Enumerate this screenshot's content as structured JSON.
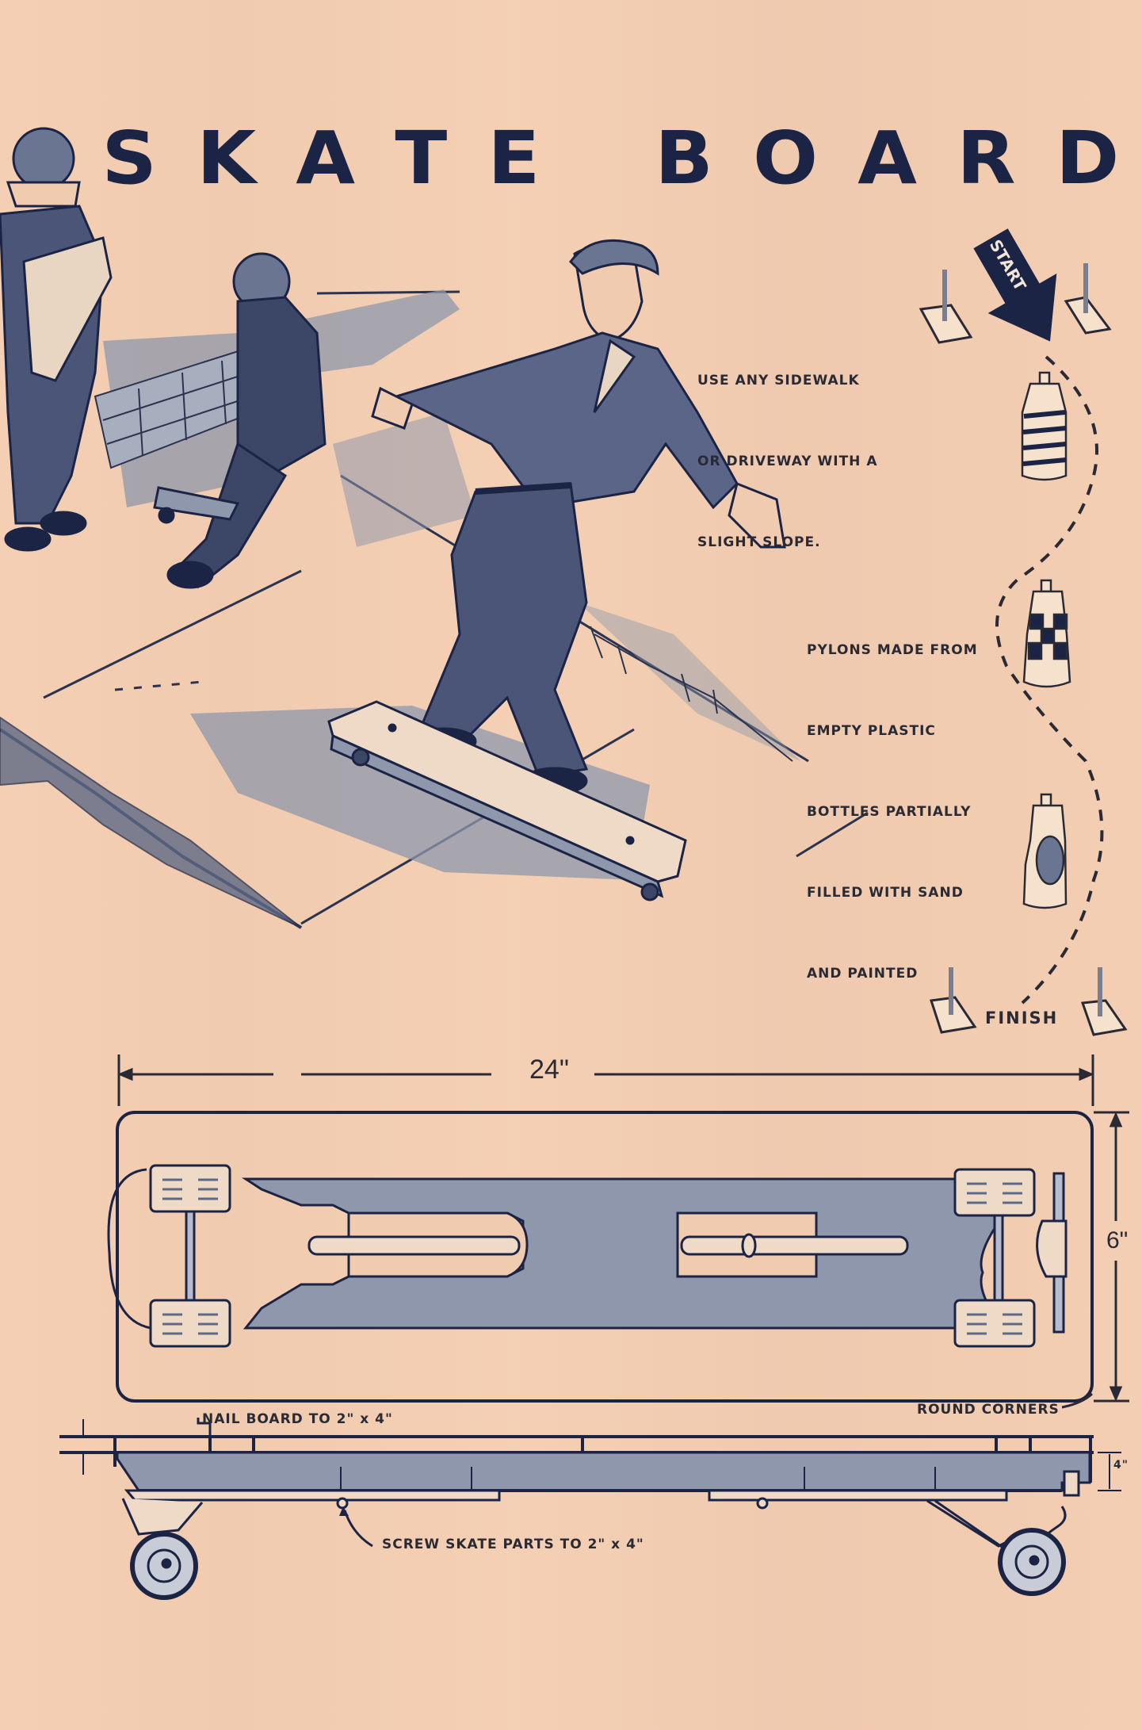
{
  "page": {
    "background_color": "#f1cbb0",
    "ink_color": "#1f2747",
    "wash_color": "#8e97ab"
  },
  "header": {
    "title_letters": [
      "S",
      "K",
      "A",
      "T",
      "E",
      " ",
      "B",
      "O",
      "A",
      "R",
      "D"
    ],
    "title": "SKATE BOARD"
  },
  "illustration": {
    "scene": "boys-skateboarding-on-sloped-sidewalk",
    "figures": [
      "boy-holding-skateboard",
      "boy-sitting-on-skateboard",
      "boy-riding-skateboard"
    ]
  },
  "captions": {
    "slope_tip": [
      "USE ANY SIDEWALK",
      "OR DRIVEWAY WITH A",
      "SLIGHT SLOPE."
    ],
    "pylons_tip": [
      "PYLONS MADE FROM",
      "EMPTY PLASTIC",
      "BOTTLES PARTIALLY",
      "FILLED WITH SAND",
      "AND PAINTED"
    ]
  },
  "course": {
    "start_label": "START",
    "finish_label": "FINISH",
    "pylons": [
      "striped-bottle",
      "checkered-bottle",
      "spotted-bottle"
    ]
  },
  "plan": {
    "length_label": "24\"",
    "width_label": "6\"",
    "round_corners_label": "ROUND CORNERS",
    "nail_label": "NAIL BOARD TO 2\" x 4\"",
    "screw_label": "SCREW SKATE PARTS TO 2\" x 4\"",
    "board_thickness_label": "",
    "side_height_label": "4\""
  }
}
